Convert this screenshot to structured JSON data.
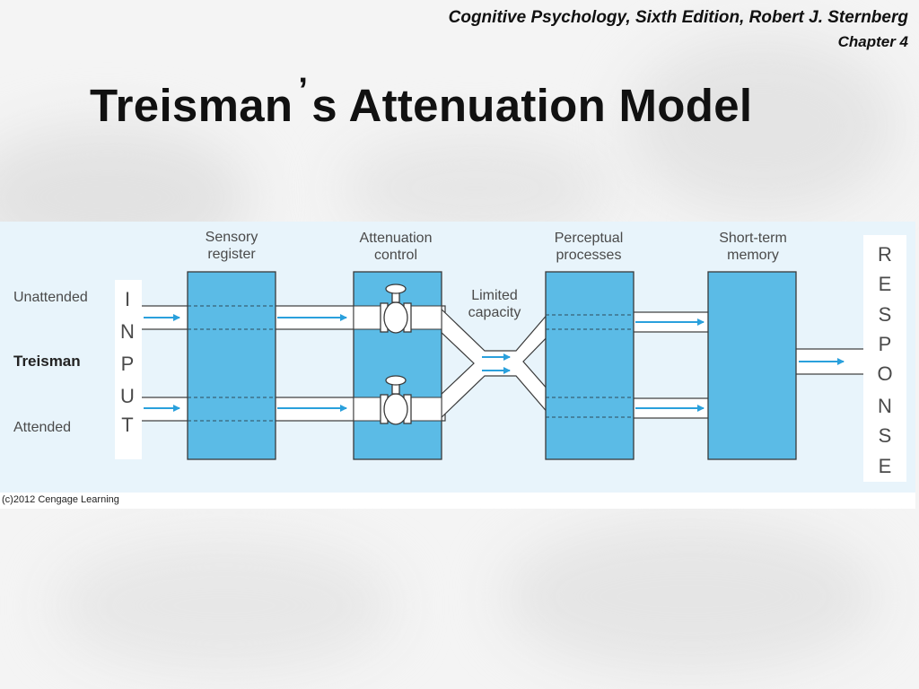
{
  "header": {
    "book_line": "Cognitive Psychology, Sixth Edition, Robert J. Sternberg",
    "chapter": "Chapter 4"
  },
  "title": {
    "before_apostrophe": "Treisman",
    "apostrophe": "’",
    "after_apostrophe": "s Attenuation Model"
  },
  "diagram": {
    "stages": {
      "sensory_register": [
        "Sensory",
        "register"
      ],
      "attenuation_control": [
        "Attenuation",
        "control"
      ],
      "limited_capacity": [
        "Limited",
        "capacity"
      ],
      "perceptual_processes": [
        "Perceptual",
        "processes"
      ],
      "short_term_memory": [
        "Short-term",
        "memory"
      ]
    },
    "inputs": {
      "unattended": "Unattended",
      "source": "Treisman",
      "attended": "Attended"
    },
    "input_letters": [
      "I",
      "N",
      "P",
      "U",
      "T"
    ],
    "response_letters": [
      "R",
      "E",
      "S",
      "P",
      "O",
      "N",
      "S",
      "E"
    ],
    "colors": {
      "panel_background": "#e8f4fb",
      "box_fill": "#5bbbe6",
      "arrow": "#2aa0dc",
      "channel": "#ffffff",
      "outline": "#3a3a3a"
    }
  },
  "caption": "(c)2012 Cengage Learning"
}
